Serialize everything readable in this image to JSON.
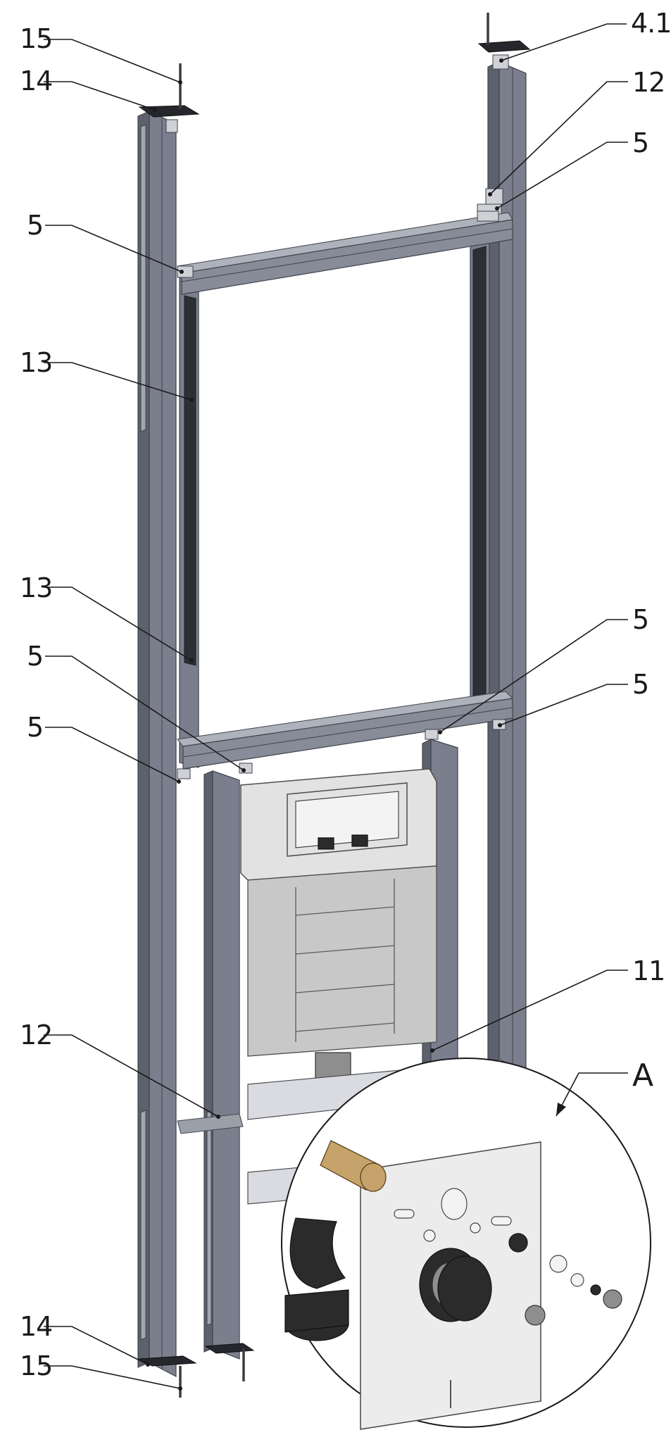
{
  "callouts": {
    "c15_top": "15",
    "c14_top": "14",
    "c4_1": "4.1",
    "c12_top": "12",
    "c5_right_top": "5",
    "c5_left_top": "5",
    "c13_upper": "13",
    "c13_lower": "13",
    "c5_right_mid": "5",
    "c5_left_mid": "5",
    "c5_right_mid2": "5",
    "c5_left_low": "5",
    "c11": "11",
    "c12_low": "12",
    "cA": "A",
    "c14_bottom": "14",
    "c15_bottom": "15"
  }
}
